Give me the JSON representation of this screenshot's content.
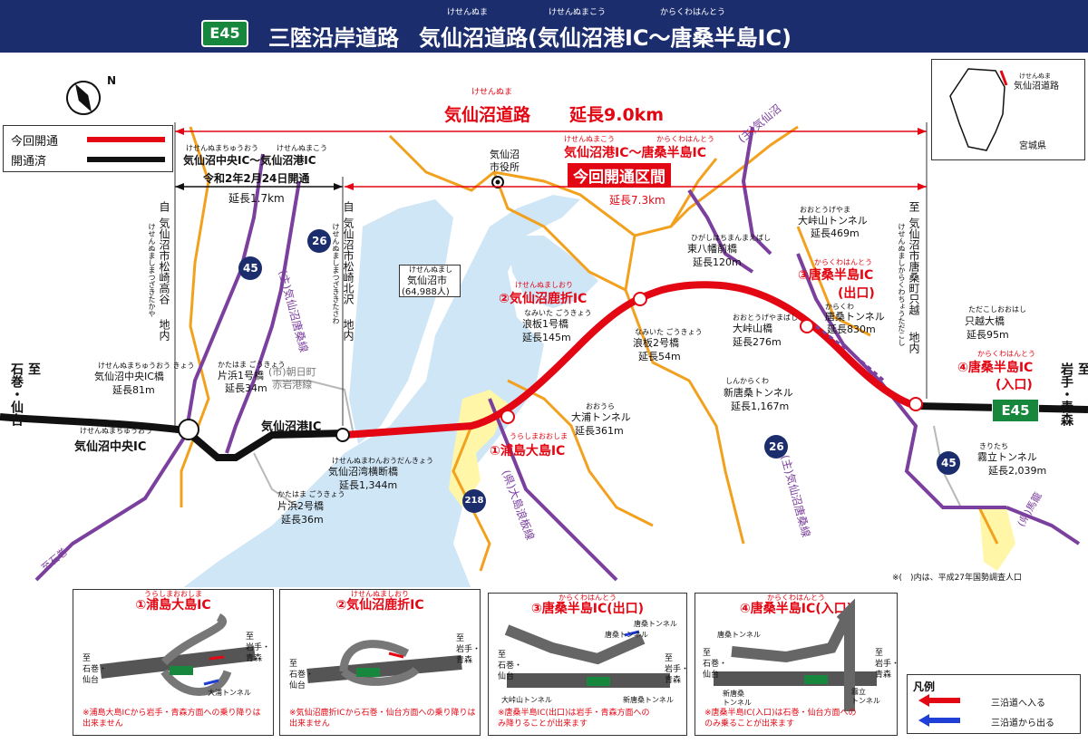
{
  "header": {
    "badge": "E45",
    "title_route": "三陸沿岸道路",
    "title_main": "気仙沼道路(気仙沼港IC〜唐桑半島IC)",
    "ruby_kesennuma": "けせんぬま",
    "ruby_kesennumako": "けせんぬまこう",
    "ruby_karakuwahanto": "からくわはんとう"
  },
  "legend_top": {
    "new_open": "今回開通",
    "opened": "開通済"
  },
  "road": {
    "ruby": "けせんぬま",
    "name": "気仙沼道路",
    "length": "延長9.0km"
  },
  "section_new": {
    "ruby1": "けせんぬまこう",
    "ruby2": "からくわはんとう",
    "name": "気仙沼港IC〜唐桑半島IC",
    "badge": "今回開通区間",
    "length": "延長7.3km"
  },
  "section_old": {
    "ruby1": "けせんぬまちゅうおう",
    "ruby2": "けせんぬまこう",
    "name": "気仙沼中央IC〜気仙沼港IC",
    "date": "令和2年2月24日開通",
    "length": "延長1.7km"
  },
  "vertical": {
    "left_from": "自",
    "left_place": "気仙沼市松崎高谷",
    "left_ruby": "けせんぬましまつざきたかや",
    "left_suffix": "地内",
    "mid_from": "自",
    "mid_place": "気仙沼市松崎北沢",
    "mid_ruby": "けせんぬましまつざききたさわ",
    "mid_suffix": "地内",
    "right_to": "至",
    "right_place": "気仙沼市唐桑町只越",
    "right_ruby": "けせんぬましからくわちょうただこし",
    "right_suffix": "地内"
  },
  "city": {
    "office": "気仙沼\n市役所",
    "ruby": "けせんぬまし",
    "name": "気仙沼市",
    "population": "(64,988人)"
  },
  "ic": {
    "chuo_ruby": "けせんぬまちゅうおう",
    "chuo": "気仙沼中央IC",
    "port": "気仙沼港IC",
    "ic1_ruby": "うらしまおおしま",
    "ic1": "①浦島大島IC",
    "ic2_ruby": "けせんぬましおり",
    "ic2": "②気仙沼鹿折IC",
    "ic3_ruby": "からくわはんとう",
    "ic3": "③唐桑半島IC",
    "ic3_sub": "(出口)",
    "ic4_ruby": "からくわはんとう",
    "ic4": "④唐桑半島IC",
    "ic4_sub": "(入口)"
  },
  "structures": {
    "s1_ruby": "けせんぬまちゅうおう きょう",
    "s1": "気仙沼中央IC橋",
    "s1_len": "延長81m",
    "s2_ruby": "かたはま ごうきょう",
    "s2": "片浜1号橋",
    "s2_len": "延長34m",
    "s3_ruby": "かたはま ごうきょう",
    "s3": "片浜2号橋",
    "s3_len": "延長36m",
    "s4_ruby": "けせんぬまわんおうだんきょう",
    "s4": "気仙沼湾横断橋",
    "s4_len": "延長1,344m",
    "s5_ruby": "おおうら",
    "s5": "大浦トンネル",
    "s5_len": "延長361m",
    "s6_ruby": "なみいた ごうきょう",
    "s6": "浪板1号橋",
    "s6_len": "延長145m",
    "s7_ruby": "なみいた ごうきょう",
    "s7": "浪板2号橋",
    "s7_len": "延長54m",
    "s8_ruby": "ひがしはちまんまえばし",
    "s8": "東八幡前橋",
    "s8_len": "延長120m",
    "s9_ruby": "おおとうげやま",
    "s9": "大峠山トンネル",
    "s9_len": "延長469m",
    "s10_ruby": "おおとうげやまばし",
    "s10": "大峠山橋",
    "s10_len": "延長276m",
    "s11_ruby": "からくわ",
    "s11": "唐桑トンネル",
    "s11_len": "延長830m",
    "s12_ruby": "しんからくわ",
    "s12": "新唐桑トンネル",
    "s12_len": "延長1,167m",
    "s13_ruby": "ただこしおおはし",
    "s13": "只越大橋",
    "s13_len": "延長95m",
    "s14_ruby": "きりたち",
    "s14": "霧立トンネル",
    "s14_len": "延長2,039m"
  },
  "other_roads": {
    "rail": "(市)朝日町\n赤岩港線",
    "pref_top": "(主)気仙沼",
    "pref_left": "(主)気仙沼唐桑線",
    "pref_lower": "(主)気仙沼唐桑線",
    "pref_oshima": "(県)大島浪板線",
    "pref_right": "(県)馬籠",
    "pref_left_bottom": "至石巻",
    "route26": "26",
    "route45": "45",
    "route218": "218"
  },
  "compass": "N",
  "to_left": "至\n石巻・仙台",
  "to_right": "至\n岩手・青森",
  "e45_label": "E45",
  "inset": {
    "ruby": "けせんぬま",
    "label": "気仙沼道路",
    "pref": "宮城県"
  },
  "footnote": "※(　)内は、平成27年国勢調査人口",
  "details": [
    {
      "ruby": "うらしまおおしま",
      "title": "①浦島大島IC",
      "to_left": "至\n石巻・\n仙台",
      "to_right": "至\n岩手・\n青森",
      "tunnel": "大浦トンネル",
      "note": "※浦島大島ICから岩手・青森方面への乗り降りは\n出来ません"
    },
    {
      "ruby": "けせんぬましおり",
      "title": "②気仙沼鹿折IC",
      "to_left": "至\n石巻・\n仙台",
      "to_right": "至\n岩手・\n青森",
      "note": "※気仙沼鹿折ICから石巻・仙台方面への乗り降りは\n出来ません"
    },
    {
      "ruby": "からくわはんとう",
      "title": "③唐桑半島IC(出口)",
      "to_left": "至\n石巻・\n仙台",
      "to_right": "至\n岩手・\n青森",
      "t1": "唐桑トンネル",
      "t2": "唐桑トンネル",
      "t3": "大峠山トンネル",
      "t4": "新唐桑トンネル",
      "note": "※唐桑半島IC(出口)は岩手・青森方面への\nみ降りることが出来ます"
    },
    {
      "ruby": "からくわはんとう",
      "title": "④唐桑半島IC(入口)",
      "to_left": "至\n石巻・\n仙台",
      "to_right": "至\n岩手・\n青森",
      "t1": "唐桑トンネル",
      "t2": "新唐桑\nトンネル",
      "t3": "霧立\nトンネル",
      "note": "※唐桑半島IC(入口)は石巻・仙台方面への\nのみ乗ることが出来ます"
    }
  ],
  "legend_bottom": {
    "title": "凡例",
    "enter": "三沿道へ入る",
    "exit": "三沿道から出る"
  },
  "colors": {
    "header": "#1c2d6e",
    "new_road": "#e30613",
    "opened_road": "#111111",
    "sea": "#cfe6f7",
    "national_road": "#7b3f9e",
    "pref_road": "#f2a11f",
    "e45_green": "#16873d"
  }
}
